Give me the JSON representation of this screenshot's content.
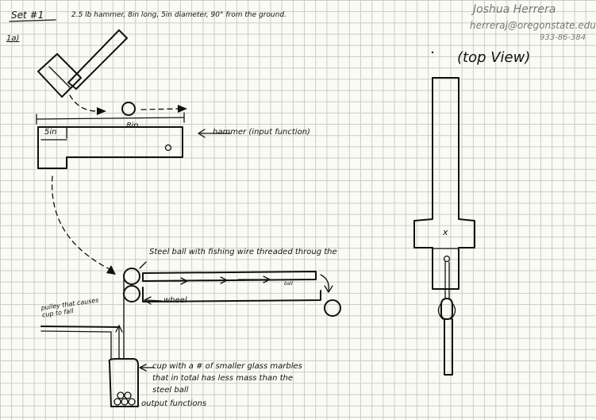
{
  "header": {
    "set_label": "Set #1",
    "spec": "2.5 lb hammer, 8in long, 5in diameter, 90° from the ground.",
    "part_label": "1a)"
  },
  "author": {
    "name": "Joshua Herrera",
    "email": "herreraj@oregonstate.edu",
    "id": "933-86-384"
  },
  "top_view": {
    "label": "(top View)",
    "mark": "x"
  },
  "hammer": {
    "length_label": "8in",
    "diameter_label": "5in",
    "caption": "hammer (input function)"
  },
  "mechanism": {
    "steel_ball_label": "Steel ball with fishing wire threaded throug the",
    "wheel_label": "wheel",
    "pulley_label": "pulley that causes cup to fall",
    "ball_label": "ball",
    "cup_label_1": "cup with a # of smaller glass marbles",
    "cup_label_2": "that in total has less mass than the",
    "cup_label_3": "steel ball",
    "output_label": "output functions"
  }
}
